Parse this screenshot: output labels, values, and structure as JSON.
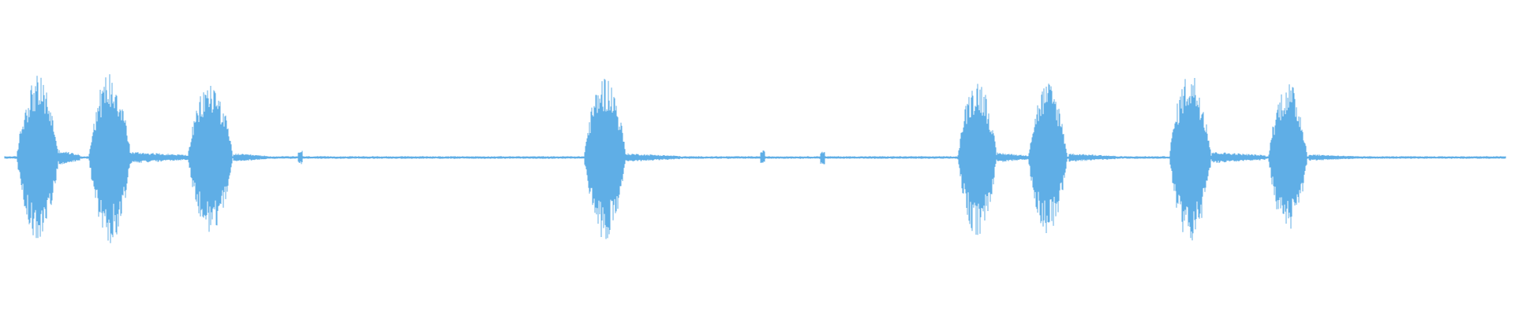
{
  "waveform": {
    "color": "#5faee6",
    "background": "#ffffff",
    "baseline_amplitude": 0.015,
    "bursts": [
      {
        "center": 0.022,
        "spread": 0.014,
        "peak": 0.95
      },
      {
        "center": 0.07,
        "spread": 0.014,
        "peak": 1.0
      },
      {
        "center": 0.137,
        "spread": 0.015,
        "peak": 0.88
      },
      {
        "center": 0.4,
        "spread": 0.014,
        "peak": 0.95
      },
      {
        "center": 0.648,
        "spread": 0.013,
        "peak": 0.92
      },
      {
        "center": 0.695,
        "spread": 0.013,
        "peak": 0.88
      },
      {
        "center": 0.79,
        "spread": 0.014,
        "peak": 1.0
      },
      {
        "center": 0.855,
        "spread": 0.013,
        "peak": 0.88
      }
    ],
    "tails": [
      {
        "start": 0.036,
        "end": 0.05,
        "level": 0.09
      },
      {
        "start": 0.083,
        "end": 0.125,
        "level": 0.07
      },
      {
        "start": 0.152,
        "end": 0.175,
        "level": 0.05
      },
      {
        "start": 0.414,
        "end": 0.45,
        "level": 0.05
      },
      {
        "start": 0.661,
        "end": 0.682,
        "level": 0.06
      },
      {
        "start": 0.709,
        "end": 0.74,
        "level": 0.05
      },
      {
        "start": 0.804,
        "end": 0.84,
        "level": 0.07
      },
      {
        "start": 0.869,
        "end": 0.9,
        "level": 0.04
      }
    ],
    "blips": [
      0.197,
      0.505,
      0.545
    ]
  }
}
